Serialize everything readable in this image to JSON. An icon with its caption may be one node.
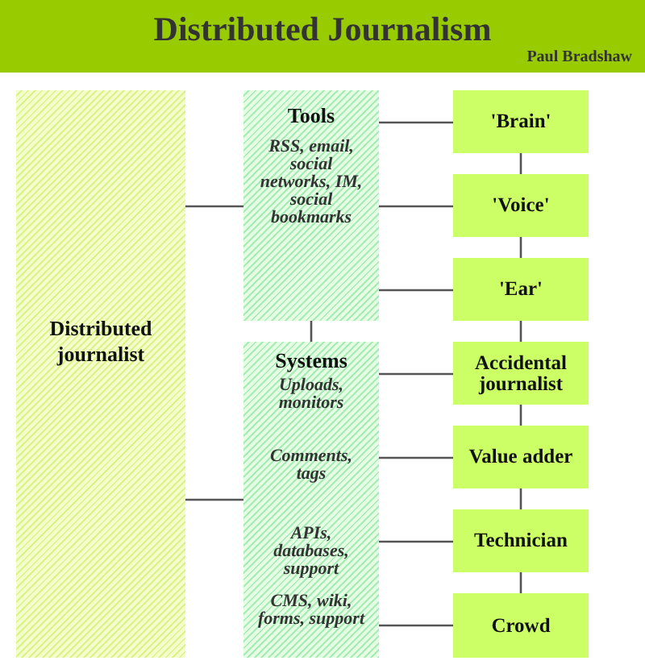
{
  "diagram": {
    "title": "Distributed Journalism",
    "labels": [
      "Paul Bradshaw"
    ],
    "nodes": [
      {
        "text": [
          "Distributed journalist"
        ]
      },
      {
        "text": [
          "Tools",
          "RSS, email, social networks, IM, social bookmarks"
        ]
      },
      {
        "text": [
          "Systems",
          "Uploads, monitors",
          "Comments, tags",
          "APIs, databases, support",
          "CMS, wiki, forms, support"
        ]
      },
      {
        "text": [
          "'Brain'"
        ]
      },
      {
        "text": [
          "'Voice'"
        ]
      },
      {
        "text": [
          "'Ear'"
        ]
      },
      {
        "text": [
          "Accidental journalist"
        ]
      },
      {
        "text": [
          "Value adder"
        ]
      },
      {
        "text": [
          "Technician"
        ]
      },
      {
        "text": [
          "Crowd"
        ]
      }
    ],
    "edges": [
      {
        "from": 0,
        "to": 1,
        "arrow": "none"
      },
      {
        "from": 0,
        "to": 2,
        "arrow": "none"
      },
      {
        "from": 1,
        "to": 2,
        "arrow": "none"
      },
      {
        "from": 1,
        "to": 3,
        "arrow": "none"
      },
      {
        "from": 1,
        "to": 4,
        "arrow": "none"
      },
      {
        "from": 1,
        "to": 5,
        "arrow": "none"
      },
      {
        "from": 2,
        "to": 6,
        "arrow": "none"
      },
      {
        "from": 2,
        "to": 7,
        "arrow": "none"
      },
      {
        "from": 2,
        "to": 8,
        "arrow": "none"
      },
      {
        "from": 2,
        "to": 9,
        "arrow": "none"
      },
      {
        "from": 3,
        "to": 4,
        "arrow": "none"
      },
      {
        "from": 4,
        "to": 5,
        "arrow": "none"
      },
      {
        "from": 5,
        "to": 6,
        "arrow": "none"
      },
      {
        "from": 6,
        "to": 7,
        "arrow": "none"
      },
      {
        "from": 7,
        "to": 8,
        "arrow": "none"
      },
      {
        "from": 8,
        "to": 9,
        "arrow": "none"
      }
    ]
  }
}
